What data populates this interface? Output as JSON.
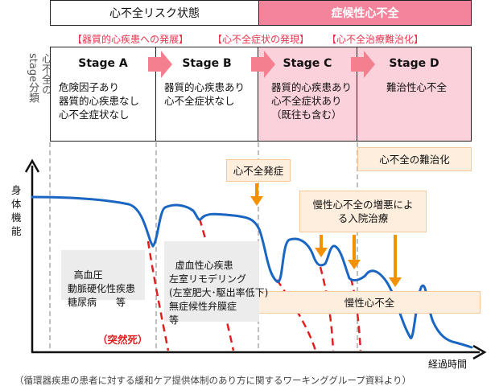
{
  "header": {
    "risk_label": "心不全リスク状態",
    "symptomatic_label": "症候性心不全"
  },
  "phases": {
    "p1": "【器質的心疾患への発展】",
    "p2": "【心不全症状の発現】",
    "p3": "【心不全治療難治化】"
  },
  "side_label": {
    "line1": "心不全の",
    "line2": "stage分類"
  },
  "stages": [
    {
      "title": "Stage A",
      "desc": "危険因子あり\n器質的心疾患なし\n心不全症状なし"
    },
    {
      "title": "Stage B",
      "desc": "器質的心疾患あり\n心不全症状なし"
    },
    {
      "title": "Stage C",
      "desc": "器質的心疾患あり\n心不全症状あり\n（既往も含む）"
    },
    {
      "title": "Stage D",
      "desc": "難治性心不全"
    }
  ],
  "axes": {
    "y_label": "身体機能",
    "x_label": "経過時間"
  },
  "annotations": {
    "onset": "心不全発症",
    "refractory": "心不全の難治化",
    "hospitalization": "慢性心不全の増悪による入院治療",
    "chronic": "慢性心不全",
    "sudden_death": "（突然死）",
    "risk_factors": "高血圧\n動脈硬化性疾患\n糖尿病　　等",
    "structural": "虚血性心疾患\n左室リモデリング\n(左室肥大･駆出率低下)\n無症候性弁膜症\n等"
  },
  "source": "（循環器疾患の患者に対する緩和ケア提供体制のあり方に関するワーキンググループ資料より）",
  "colors": {
    "curve": "#1a66c2",
    "arrow": "#f39200",
    "pink_header": "#f3849b",
    "pink_stage": "#fbd1dc",
    "red_text": "#e8344e",
    "step_arrow": "#f4808f"
  }
}
